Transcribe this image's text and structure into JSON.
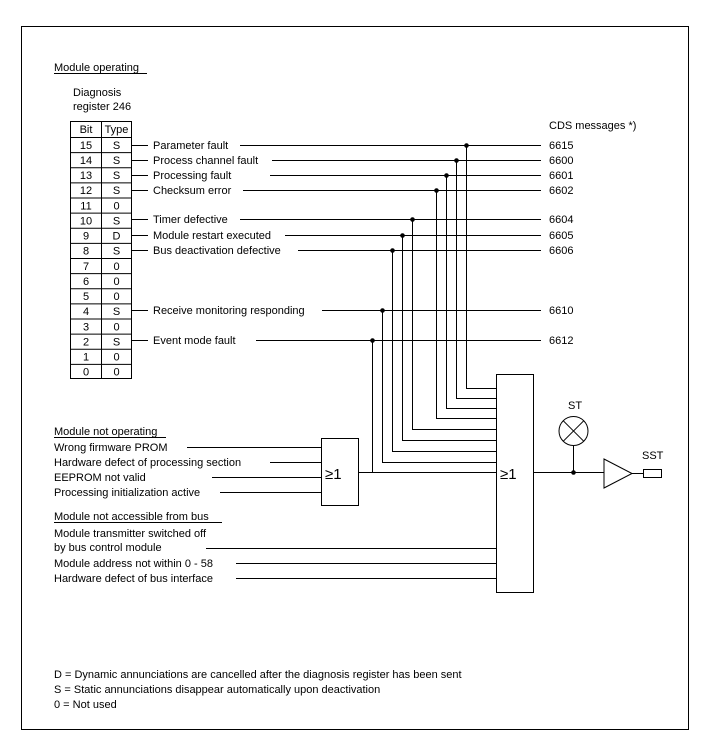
{
  "heading_operating": "Module operating",
  "diag_label_1": "Diagnosis",
  "diag_label_2": "register 246",
  "table_header": {
    "bit": "Bit",
    "type": "Type"
  },
  "table_rows": [
    {
      "bit": "15",
      "type": "S"
    },
    {
      "bit": "14",
      "type": "S"
    },
    {
      "bit": "13",
      "type": "S"
    },
    {
      "bit": "12",
      "type": "S"
    },
    {
      "bit": "11",
      "type": "0"
    },
    {
      "bit": "10",
      "type": "S"
    },
    {
      "bit": "9",
      "type": "D"
    },
    {
      "bit": "8",
      "type": "S"
    },
    {
      "bit": "7",
      "type": "0"
    },
    {
      "bit": "6",
      "type": "0"
    },
    {
      "bit": "5",
      "type": "0"
    },
    {
      "bit": "4",
      "type": "S"
    },
    {
      "bit": "3",
      "type": "0"
    },
    {
      "bit": "2",
      "type": "S"
    },
    {
      "bit": "1",
      "type": "0"
    },
    {
      "bit": "0",
      "type": "0"
    }
  ],
  "cds_header": "CDS messages *)",
  "signals": [
    {
      "bit": "15",
      "label": "Parameter fault",
      "code": "6615"
    },
    {
      "bit": "14",
      "label": "Process channel fault",
      "code": "6600"
    },
    {
      "bit": "13",
      "label": "Processing fault",
      "code": "6601"
    },
    {
      "bit": "12",
      "label": "Checksum error",
      "code": "6602"
    },
    {
      "bit": "10",
      "label": "Timer defective",
      "code": "6604"
    },
    {
      "bit": "9",
      "label": "Module restart executed",
      "code": "6605"
    },
    {
      "bit": "8",
      "label": "Bus deactivation defective",
      "code": "6606"
    },
    {
      "bit": "4",
      "label": "Receive monitoring responding",
      "code": "6610"
    },
    {
      "bit": "2",
      "label": "Event mode fault",
      "code": "6612"
    }
  ],
  "not_operating": {
    "heading": "Module not operating",
    "items": [
      "Wrong firmware PROM",
      "Hardware defect of processing section",
      "EEPROM not valid",
      "Processing initialization active"
    ]
  },
  "not_accessible": {
    "heading": "Module not accessible from bus",
    "items": [
      "Module transmitter switched off",
      "by bus control module",
      "Module address not within 0 - 58",
      "Hardware defect of bus interface"
    ]
  },
  "gates": {
    "or_small": "≥1",
    "or_big": "≥1"
  },
  "st_label": "ST",
  "sst_label": "SST",
  "legend": [
    "D = Dynamic annunciations are cancelled after the diagnosis register has been sent",
    "S = Static annunciations disappear automatically upon deactivation",
    "0 = Not used"
  ]
}
